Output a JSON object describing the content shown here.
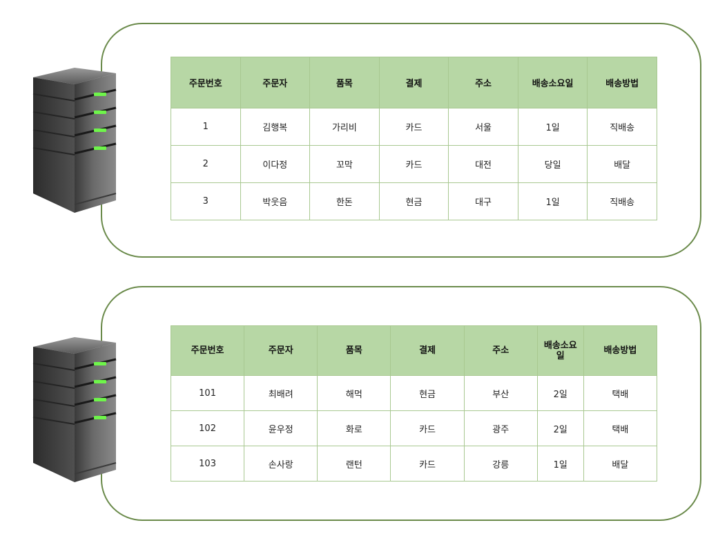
{
  "colors": {
    "panel_border": "#6a8a4a",
    "header_bg": "#b7d7a5",
    "cell_border": "#a8c890",
    "led": "#6ef54a"
  },
  "tables": [
    {
      "headers": [
        "주문번호",
        "주문자",
        "품목",
        "결제",
        "주소",
        "배송소요일",
        "배송방법"
      ],
      "rows": [
        [
          "1",
          "김행복",
          "가리비",
          "카드",
          "서울",
          "1일",
          "직배송"
        ],
        [
          "2",
          "이다정",
          "꼬막",
          "카드",
          "대전",
          "당일",
          "배달"
        ],
        [
          "3",
          "박웃음",
          "한돈",
          "현금",
          "대구",
          "1일",
          "직배송"
        ]
      ]
    },
    {
      "headers": [
        "주문번호",
        "주문자",
        "품목",
        "결제",
        "주소",
        "배송소요일",
        "배송방법"
      ],
      "rows": [
        [
          "101",
          "최배려",
          "해먹",
          "현금",
          "부산",
          "2일",
          "택배"
        ],
        [
          "102",
          "윤우정",
          "화로",
          "카드",
          "광주",
          "2일",
          "택배"
        ],
        [
          "103",
          "손사랑",
          "랜턴",
          "카드",
          "강릉",
          "1일",
          "배달"
        ]
      ]
    }
  ]
}
